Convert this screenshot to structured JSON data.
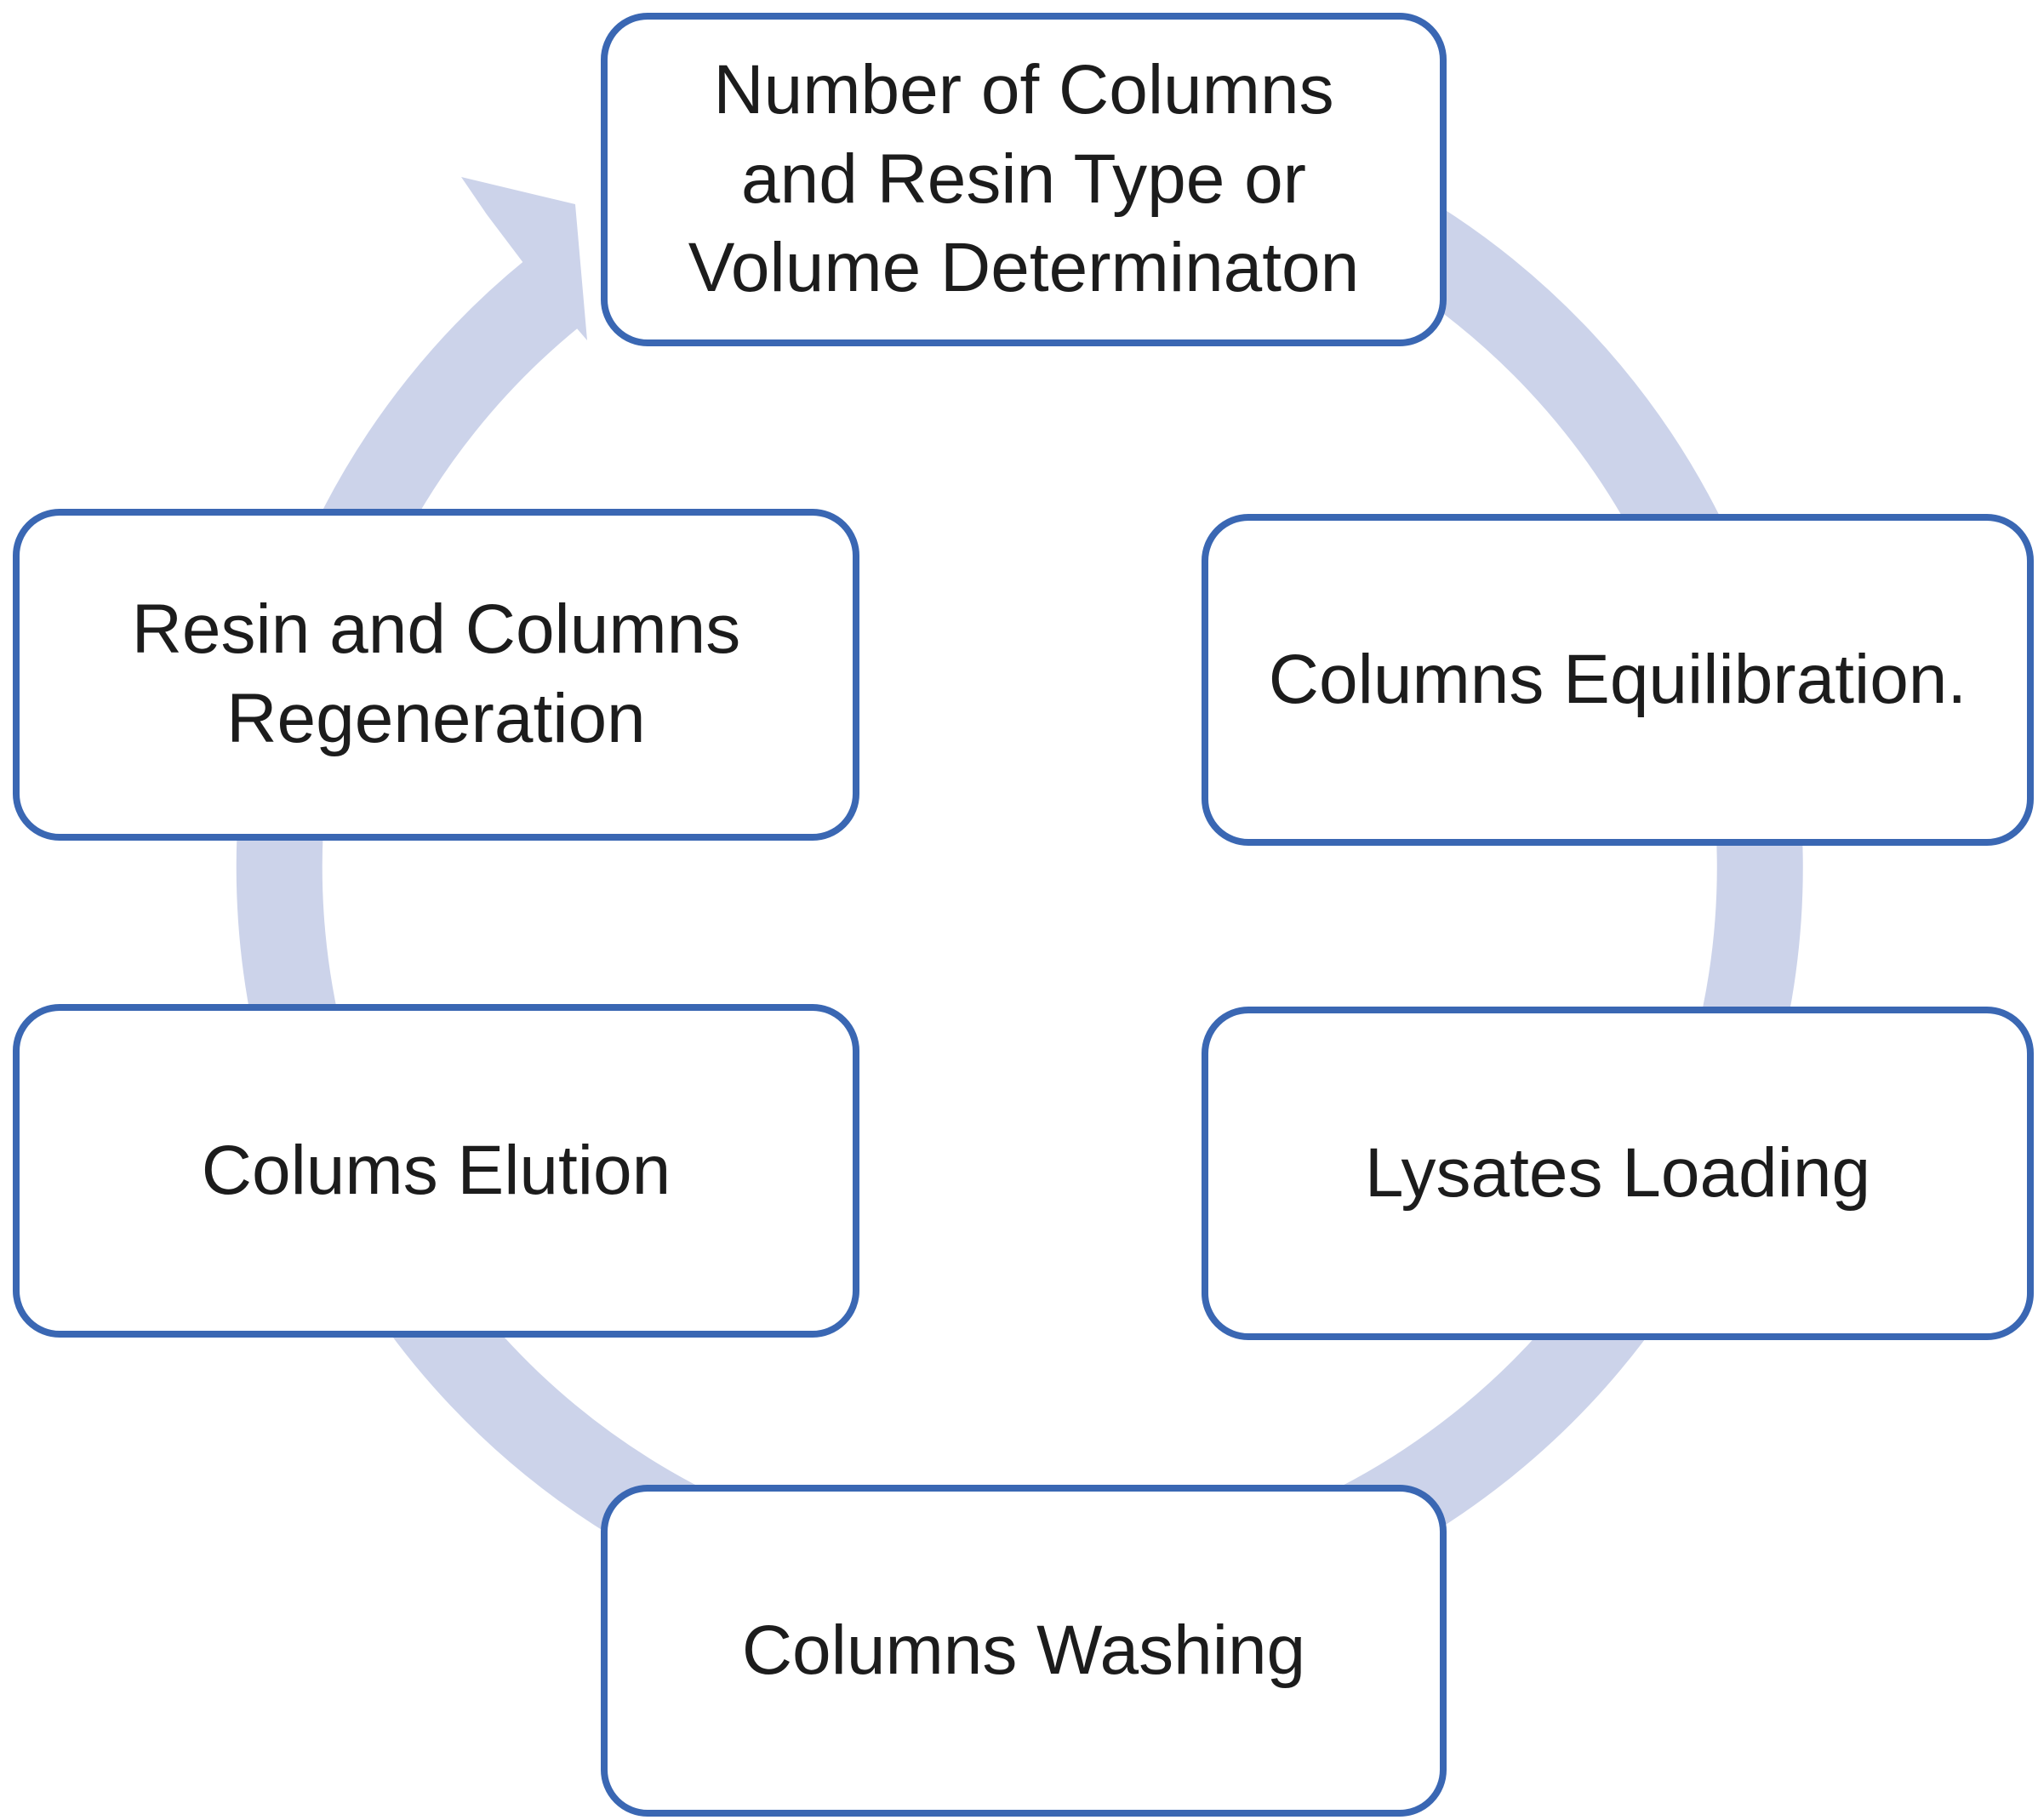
{
  "diagram": {
    "type": "cycle",
    "direction": "clockwise",
    "nodes": [
      {
        "id": "number-of-columns",
        "label": "Number of Columns\nand Resin Type or\nVolume Determinaton"
      },
      {
        "id": "columns-equilibration",
        "label": "Columns Equilibration."
      },
      {
        "id": "lysates-loading",
        "label": "Lysates Loading"
      },
      {
        "id": "columns-washing",
        "label": "Columns Washing"
      },
      {
        "id": "colums-elution",
        "label": "Colums Elution"
      },
      {
        "id": "resin-regeneration",
        "label": "Resin and Columns\nRegeneration"
      }
    ],
    "colors": {
      "box_border": "#3A67B3",
      "box_fill": "#FFFFFF",
      "arrow": "#CCD3EA",
      "text": "#1C1C1C",
      "background": "#FFFFFF"
    }
  }
}
